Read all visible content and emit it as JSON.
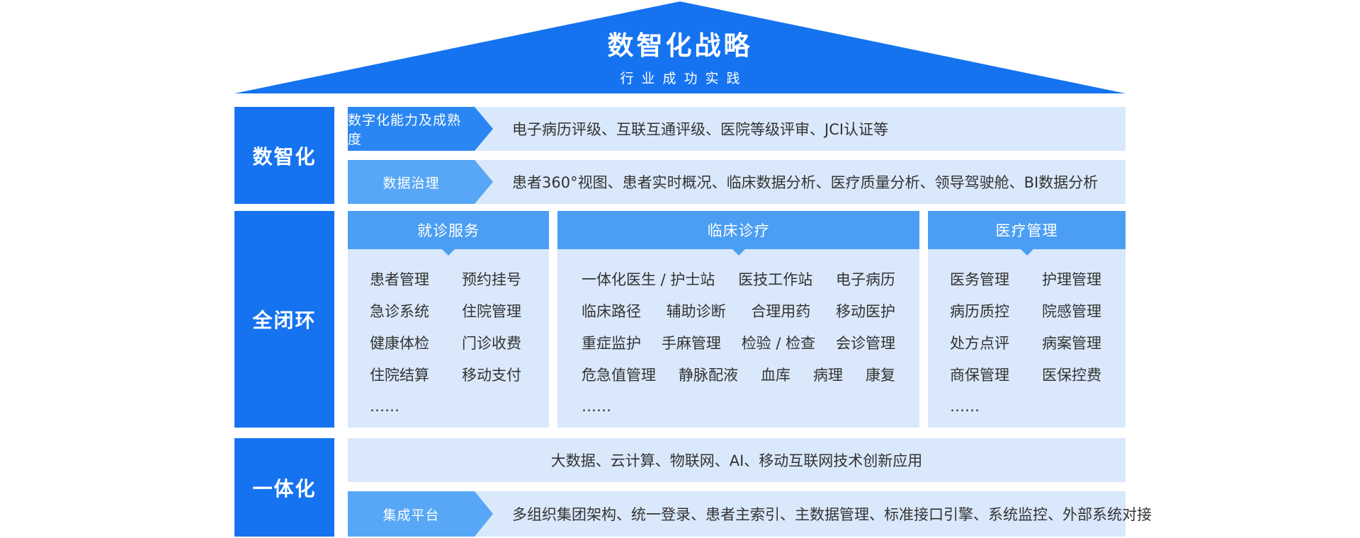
{
  "roof": {
    "title": "数智化战略",
    "subtitle": "行业成功实践"
  },
  "sections": {
    "digital": {
      "label": "数智化",
      "maturity": {
        "tag": "数字化能力及成熟度",
        "content": "电子病历评级、互联互通评级、医院等级评审、JCI认证等"
      },
      "governance": {
        "tag": "数据治理",
        "content": "患者360°视图、患者实时概况、临床数据分析、医疗质量分析、领导驾驶舱、BI数据分析"
      }
    },
    "closed_loop": {
      "label": "全闭环",
      "service": {
        "header": "就诊服务",
        "rows": [
          [
            "患者管理",
            "预约挂号"
          ],
          [
            "急诊系统",
            "住院管理"
          ],
          [
            "健康体检",
            "门诊收费"
          ],
          [
            "住院结算",
            "移动支付"
          ],
          [
            "……"
          ]
        ]
      },
      "clinical": {
        "header": "临床诊疗",
        "rows": [
          [
            "一体化医生 / 护士站",
            "医技工作站",
            "电子病历"
          ],
          [
            "临床路径",
            "辅助诊断",
            "合理用药",
            "移动医护"
          ],
          [
            "重症监护",
            "手麻管理",
            "检验 / 检查",
            "会诊管理"
          ],
          [
            "危急值管理",
            "静脉配液",
            "血库",
            "病理",
            "康复"
          ],
          [
            "……"
          ]
        ]
      },
      "management": {
        "header": "医疗管理",
        "rows": [
          [
            "医务管理",
            "护理管理"
          ],
          [
            "病历质控",
            "院感管理"
          ],
          [
            "处方点评",
            "病案管理"
          ],
          [
            "商保管理",
            "医保控费"
          ],
          [
            "……"
          ]
        ]
      }
    },
    "integration": {
      "label": "一体化",
      "tech": "大数据、云计算、物联网、AI、移动互联网技术创新应用",
      "platform": {
        "tag": "集成平台",
        "content": "多组织集团架构、统一登录、患者主索引、主数据管理、标准接口引擎、系统监控、外部系统对接"
      }
    }
  },
  "colors": {
    "roof_blue": "#1573f0",
    "tag_dark_blue": "#2a86f2",
    "tag_light_blue": "#57a7f6",
    "header_blue": "#4b9ef3",
    "panel_light_blue": "#d9e8fb",
    "text_dark": "#333333"
  }
}
